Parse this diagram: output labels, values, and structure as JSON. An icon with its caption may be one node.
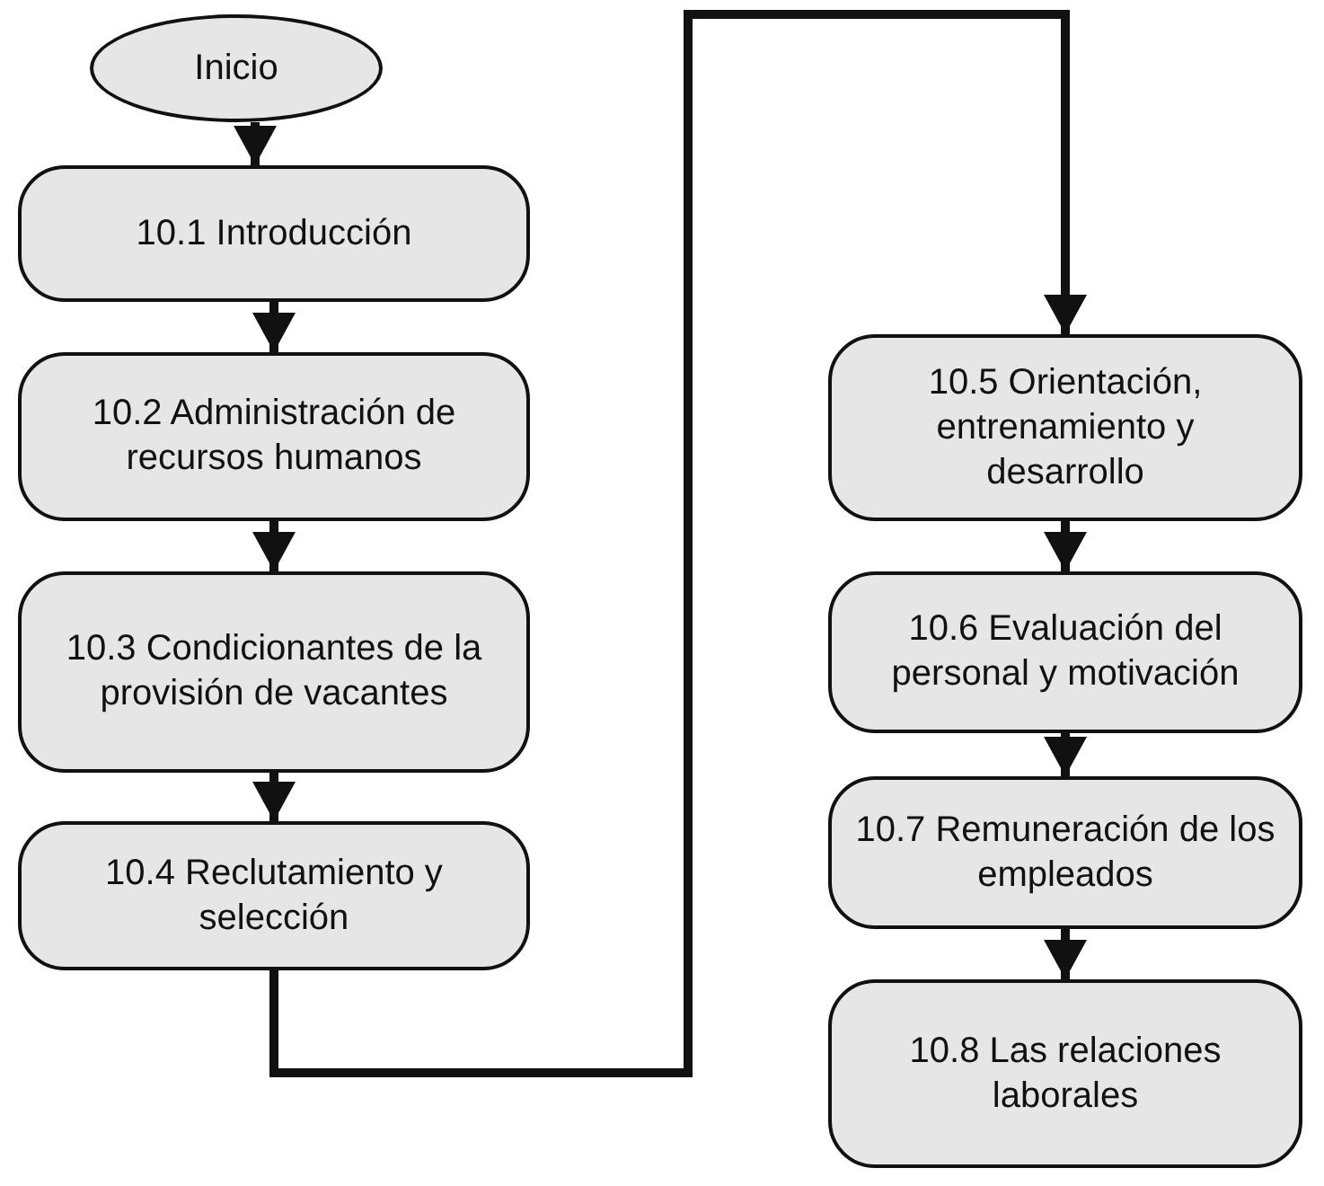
{
  "diagram": {
    "nodes": [
      {
        "text": [
          "Inicio"
        ]
      },
      {
        "text": [
          "10.1 Introducción"
        ]
      },
      {
        "text": [
          "10.2 Administración de recursos humanos"
        ]
      },
      {
        "text": [
          "10.3 Condicionantes de la provisión de vacantes"
        ]
      },
      {
        "text": [
          "10.4 Reclutamiento y selección"
        ]
      },
      {
        "text": [
          "10.5 Orientación, entrenamiento y desarrollo"
        ]
      },
      {
        "text": [
          "10.6 Evaluación del personal y motivación"
        ]
      },
      {
        "text": [
          "10.7 Remuneración de los empleados"
        ]
      },
      {
        "text": [
          "10.8 Las relaciones laborales"
        ]
      }
    ],
    "edges": [
      {
        "from": 0,
        "to": 1,
        "arrow": "to"
      },
      {
        "from": 1,
        "to": 2,
        "arrow": "to"
      },
      {
        "from": 2,
        "to": 3,
        "arrow": "to"
      },
      {
        "from": 3,
        "to": 4,
        "arrow": "to"
      },
      {
        "from": 4,
        "to": 5,
        "arrow": "to"
      },
      {
        "from": 5,
        "to": 6,
        "arrow": "to"
      },
      {
        "from": 6,
        "to": 7,
        "arrow": "to"
      },
      {
        "from": 7,
        "to": 8,
        "arrow": "to"
      }
    ]
  }
}
